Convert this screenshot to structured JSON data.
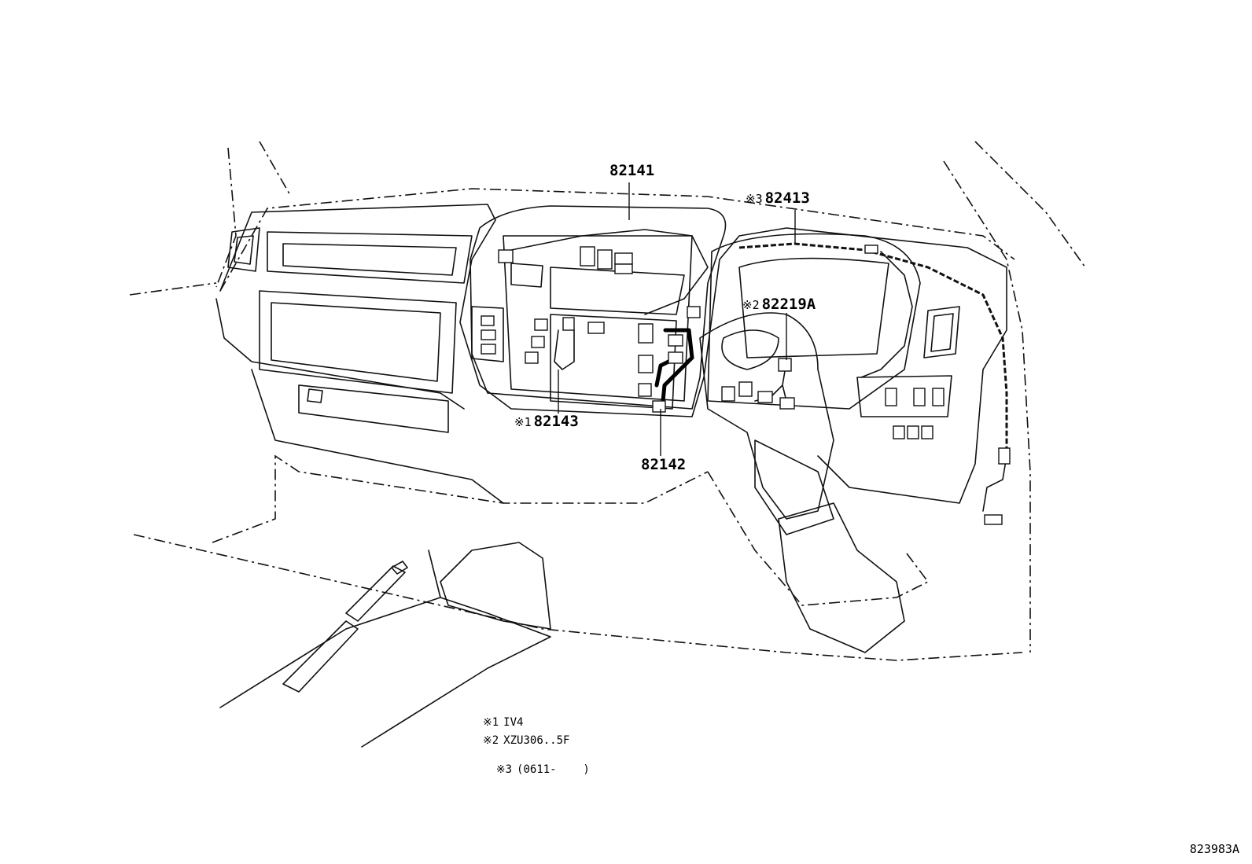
{
  "parts": [
    {
      "id": "p1",
      "number": "82141",
      "mark": ""
    },
    {
      "id": "p2",
      "number": "82413",
      "mark": "※3"
    },
    {
      "id": "p3",
      "number": "82219A",
      "mark": "※2"
    },
    {
      "id": "p4",
      "number": "82143",
      "mark": "※1"
    },
    {
      "id": "p5",
      "number": "82142",
      "mark": ""
    }
  ],
  "notes": [
    {
      "mark": "※1",
      "text": "IV4"
    },
    {
      "mark": "※2",
      "text": "XZU306..5F"
    },
    {
      "mark": "※3",
      "text": "(0611-    )"
    }
  ],
  "drawing_number": "823983A"
}
